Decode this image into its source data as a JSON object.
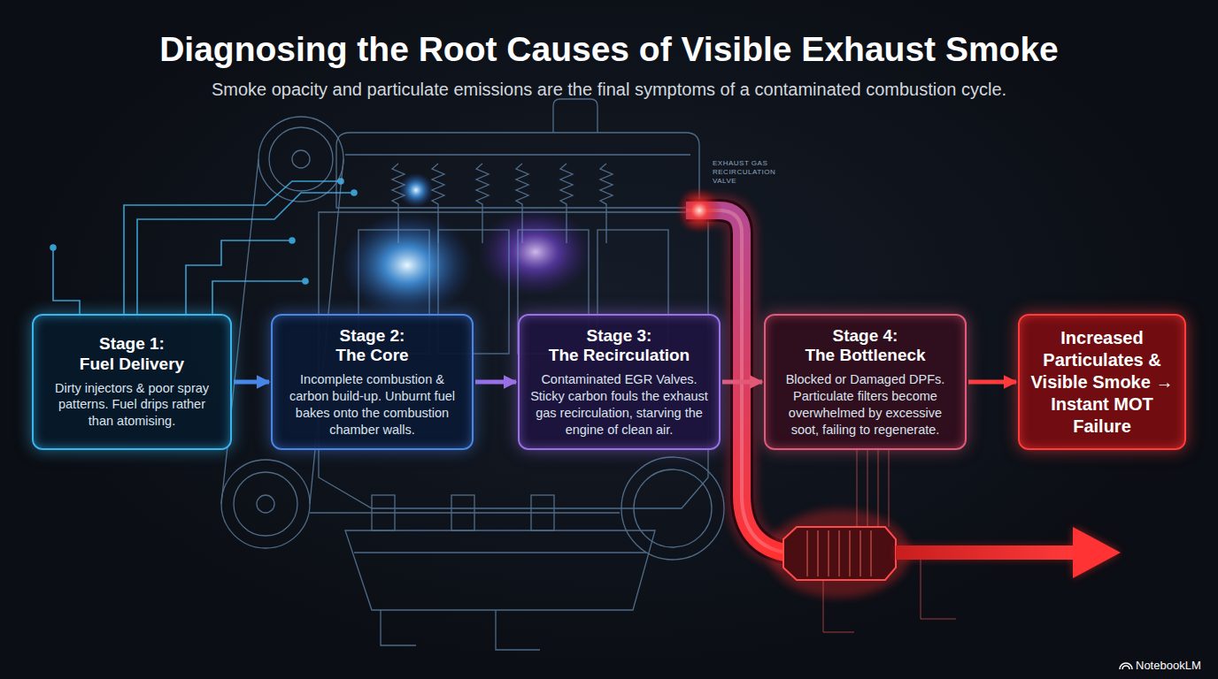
{
  "diagram": {
    "title": "Diagnosing the Root Causes of Visible Exhaust Smoke",
    "caption": "Smoke opacity and particulate emissions are the final symptoms of a contaminated combustion cycle.",
    "nodes": [
      {
        "text": [
          "Stage 1:",
          "Fuel Delivery",
          "Dirty injectors & poor spray patterns. Fuel drips rather than atomising."
        ]
      },
      {
        "text": [
          "Stage 2:",
          "The Core",
          "Incomplete combustion & carbon build-up. Unburnt fuel bakes onto the combustion chamber walls."
        ]
      },
      {
        "text": [
          "Stage 3:",
          "The Recirculation",
          "Contaminated EGR Valves. Sticky carbon fouls the exhaust gas recirculation, starving the engine of clean air."
        ]
      },
      {
        "text": [
          "Stage 4:",
          "The Bottleneck",
          "Blocked or Damaged DPFs. Particulate filters become overwhelmed by excessive soot, failing to regenerate."
        ]
      },
      {
        "text": [
          "Increased Particulates & Visible Smoke → Instant MOT Failure"
        ]
      }
    ],
    "edges": [
      {
        "from": 0,
        "to": 1,
        "arrow": "to"
      },
      {
        "from": 1,
        "to": 2,
        "arrow": "to"
      },
      {
        "from": 2,
        "to": 3,
        "arrow": "to"
      },
      {
        "from": 3,
        "to": 4,
        "arrow": "to"
      }
    ],
    "labels": [
      "EXHAUST GAS RECIRCULATION VALVE",
      "NotebookLM"
    ]
  }
}
